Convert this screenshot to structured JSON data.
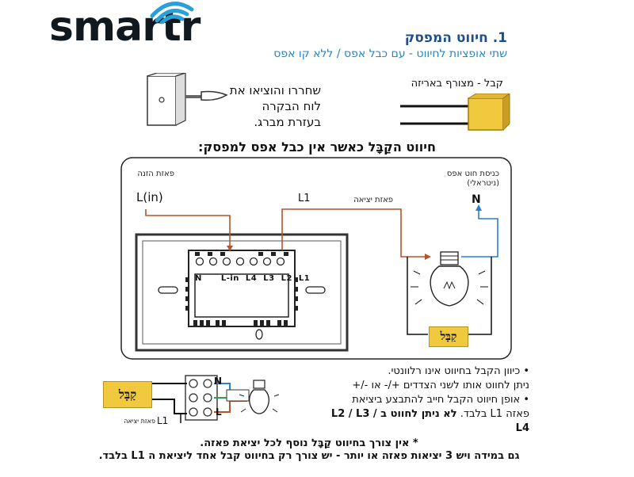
{
  "brand": {
    "logo": "smartr"
  },
  "header": {
    "title": "1. חיווט המפסק",
    "subtitle": "שתי אופציות לחיווט - עם כבל אפס / ללא קו אפס"
  },
  "step_remove": {
    "text": "שחררו והוציאו את לוח הבקרה בעזרת מברג."
  },
  "capacitor_pkg": {
    "label": "קבל - מצורף באריזה"
  },
  "diagram": {
    "heading": "חיווט הקַבָּל כאשר אין כבל אפס למפסק:",
    "supply_phase_label": "פאזת הזנה",
    "supply_terminal": "L(in)",
    "output_phase_label": "פאזת יציאה",
    "output_terminal": "L1",
    "neutral_label": "כניסת חוט אפס (ניטראלי)",
    "neutral_terminal": "N",
    "terminals": [
      "N",
      "L-in",
      "L4",
      "L3",
      "L2",
      "L1"
    ],
    "capacitor_label": "קַבָּל"
  },
  "detail": {
    "capacitor_label": "קַבָּל",
    "terminal_n": "N",
    "terminal_l": "L",
    "output_label": "פאזת יציאה",
    "output_terminal": "L1"
  },
  "bullets": [
    "• כיוון הקבל בחיווט אינו רלוונטי.",
    "ניתן לחווט אותו לשני הצדדים +/- או -/+",
    "• אופן חיווט הקבל חייב להתבצע ביציאת",
    "פאזה L1 בלבד.",
    "לא ניתן לחווט ב L2 / L3 / L4"
  ],
  "notes": [
    "* אין צורך בחיווט קַבָּל נוסף לכל יציאת פאזה.",
    "גם במידה ויש 3 יציאות פאזה או יותר - יש צורך רק בחיווט קבל אחד ליציאת ה L1 בלבד."
  ],
  "colors": {
    "phase_wire": "#b5542a",
    "neutral_wire": "#2a7fd4",
    "capacitor": "#f0c93f",
    "title": "#1f4e8c",
    "subtitle": "#1f87c8"
  }
}
